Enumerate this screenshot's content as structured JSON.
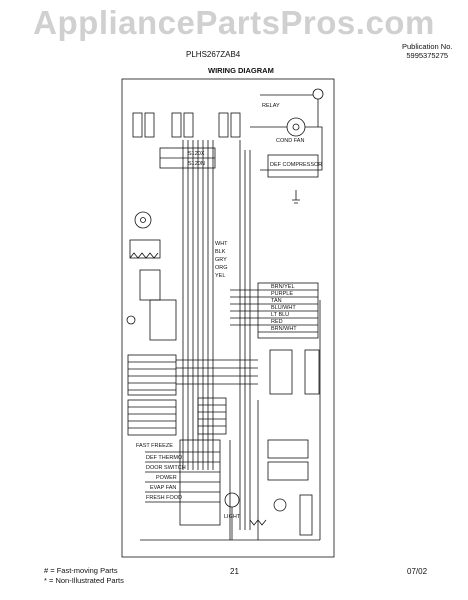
{
  "header": {
    "watermark": "AppliancePartsPros.com",
    "model": "PLHS267ZAB4",
    "publication_label": "Publication No.",
    "publication_number": "5995375275",
    "title": "WIRING DIAGRAM"
  },
  "footer": {
    "legend_fast": "# = Fast-moving Parts",
    "legend_non": "* = Non-Illustrated Parts",
    "page": "21",
    "date": "07/02"
  },
  "labels": {
    "cond_fan": "COND FAN",
    "relay": "RELAY",
    "def_compressor": "DEF COMPRESSOR",
    "fast_freeze": "FAST FREEZE",
    "def_thermo": "DEF THERMO",
    "door_switch": "DOOR SWITCH",
    "power": "POWER",
    "evap_fan": "EVAP FAN",
    "fresh_food": "FRESH FOOD",
    "light": "LIGHT",
    "wht": "WHT",
    "blk": "BLK",
    "red": "RED",
    "brn_yel": "BRN/YEL",
    "purple": "PURPLE",
    "tan": "TAN",
    "blu_wht": "BLU/WHT",
    "lt_blu": "LT BLU",
    "brn_wht": "BRN/WHT",
    "gry": "GRY",
    "org": "ORG",
    "yel": "YEL",
    "s120x": "S120X",
    "s120n": "S120N"
  },
  "colors": {
    "ink": "#111111",
    "watermark": "#d0d0d0"
  }
}
